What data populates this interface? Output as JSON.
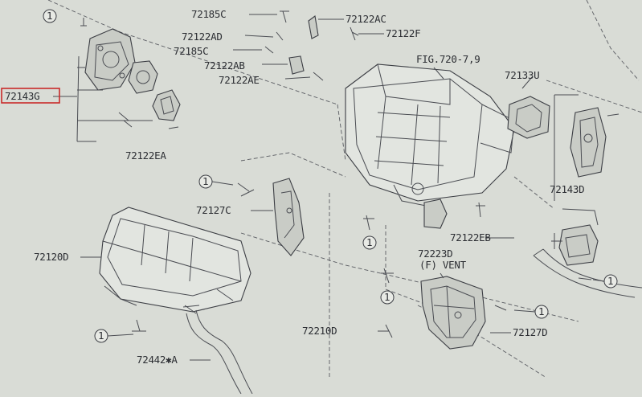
{
  "diagram": {
    "labels": {
      "l72185c_a": "72185C",
      "l72122ac": "72122AC",
      "l72122ad": "72122AD",
      "l72122f": "72122F",
      "l72185c_b": "72185C",
      "l72122ab": "72122AB",
      "l72122ae": "72122AE",
      "fig": "FIG.720-7,9",
      "l72133u": "72133U",
      "l72143g": "72143G",
      "l72122ea": "72122EA",
      "l72127c": "72127C",
      "l72143d": "72143D",
      "l72122eb": "72122EB",
      "l72120d": "72120D",
      "l72223d": "72223D",
      "vent": "(F) VENT",
      "l72210d": "72210D",
      "l72127d": "72127D",
      "l72442a": "72442✱A"
    },
    "callout_symbol": "1",
    "colors": {
      "background": "#d9dcd6",
      "ink": "#2c2e33",
      "highlight": "#c82a2a"
    }
  }
}
